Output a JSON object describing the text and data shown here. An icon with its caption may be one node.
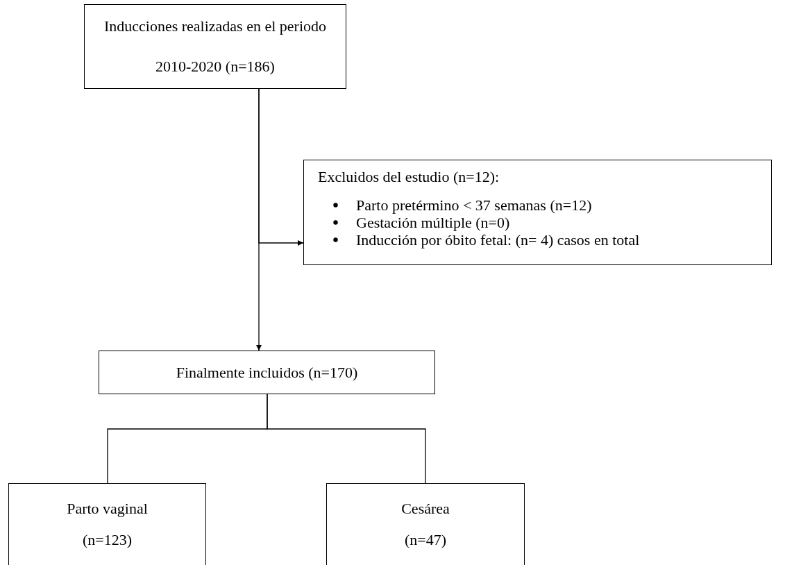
{
  "diagram": {
    "nodes": [
      {
        "text": [
          "Inducciones realizadas en el periodo 2010-2020 (n=186)"
        ]
      },
      {
        "text": [
          "Excluidos del estudio (n=12):",
          "Parto pretérmino < 37 semanas (n=12)",
          "Gestación múltiple (n=0)",
          "Inducción por óbito fetal: (n= 4) casos en total"
        ]
      },
      {
        "text": [
          "Finalmente incluidos (n=170)"
        ]
      },
      {
        "text": [
          "Parto vaginal (n=123)"
        ]
      },
      {
        "text": [
          "Cesárea (n=47)"
        ]
      }
    ],
    "edges": [
      {
        "from": 0,
        "to": 2,
        "arrow": "to"
      },
      {
        "from": 0,
        "to": 1,
        "arrow": "to"
      },
      {
        "from": 2,
        "to": 3,
        "arrow": "none"
      },
      {
        "from": 2,
        "to": 4,
        "arrow": "none"
      }
    ]
  }
}
